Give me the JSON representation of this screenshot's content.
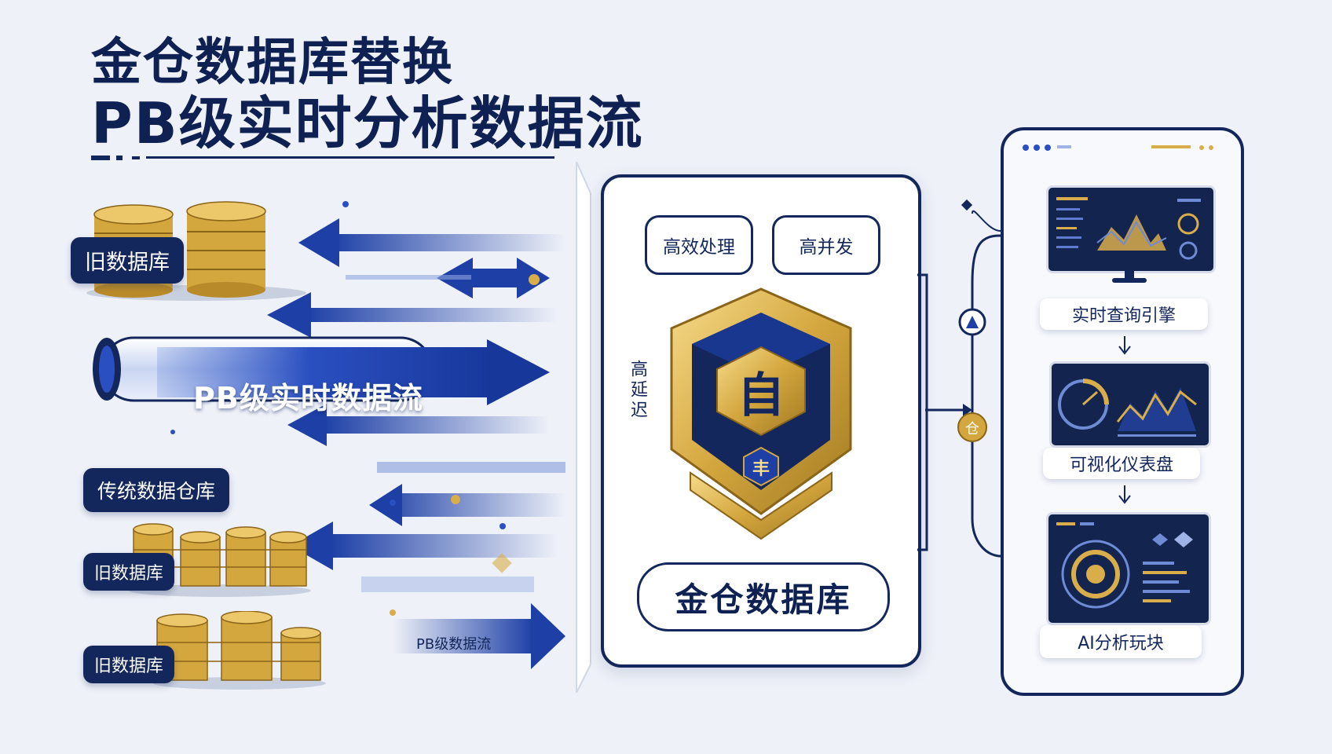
{
  "title": {
    "line1": "金仓数据库替换",
    "line2": "PB级实时分析数据流"
  },
  "left": {
    "label_top": "旧数据库",
    "stream_main": "PB级实时数据流",
    "label_warehouse": "传统数据仓库",
    "label_mid": "旧数据库",
    "label_bottom": "旧数据库",
    "stream_small": "PB级数据流"
  },
  "center": {
    "pill_left": "高效处理",
    "pill_right": "高并发",
    "side_text": "高延迟",
    "emblem_char": "自",
    "emblem_sub": "丰",
    "brand": "金仓数据库",
    "connector_char": "仓"
  },
  "right": {
    "caption_1": "实时查询引擎",
    "caption_2": "可视化仪表盘",
    "caption_3": "AI分析玩块"
  },
  "colors": {
    "navy": "#14275c",
    "blue": "#1f45b0",
    "gold": "#d9ad4a",
    "background": "#eef1f8"
  }
}
